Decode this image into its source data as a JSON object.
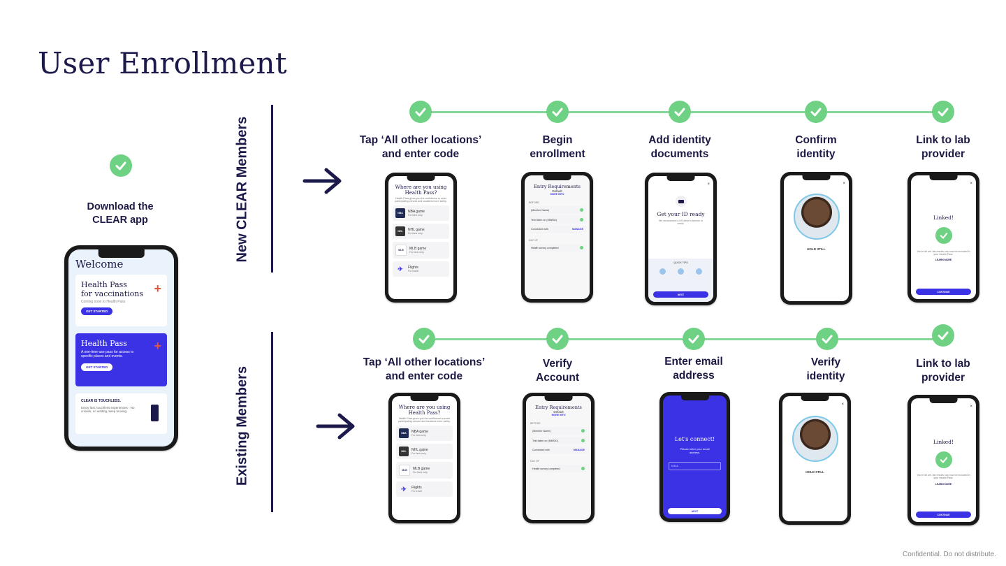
{
  "title": "User Enrollment",
  "footer": "Confidential. Do not distribute.",
  "download": {
    "label_line1": "Download the",
    "label_line2": "CLEAR app"
  },
  "app_screen": {
    "welcome": "Welcome",
    "card1_title_line1": "Health Pass",
    "card1_title_line2": "for vaccinations",
    "card1_sub": "Coming soon to Health Pass",
    "card1_btn": "GET STARTED",
    "card2_title": "Health Pass",
    "card2_sub": "A one-time-use pass for access to specific places and events.",
    "card2_btn": "GET STARTED",
    "card3_title": "CLEAR IS TOUCHLESS.",
    "card3_sub": "Enjoy fast, touchless experiences - No crowds, no waiting, keep moving."
  },
  "rows": {
    "new_label": "New CLEAR Members",
    "existing_label": "Existing Members"
  },
  "new_steps": [
    {
      "l1": "Tap ‘All other locations’",
      "l2": "and enter code"
    },
    {
      "l1": "Begin",
      "l2": "enrollment"
    },
    {
      "l1": "Add identity",
      "l2": "documents"
    },
    {
      "l1": "Confirm",
      "l2": "identity"
    },
    {
      "l1": "Link to lab",
      "l2": "provider"
    }
  ],
  "existing_steps": [
    {
      "l1": "Tap ‘All other locations’",
      "l2": "and enter code"
    },
    {
      "l1": "Verify",
      "l2": "Account"
    },
    {
      "l1": "Enter email",
      "l2": "address"
    },
    {
      "l1": "Verify",
      "l2": "identity"
    },
    {
      "l1": "Link to lab",
      "l2": "provider"
    }
  ],
  "screens": {
    "where_title": "Where are you using Health Pass?",
    "where_sub": "Health Pass gives you the confidence to enter participating venues and locations more safely.",
    "nba": "NBA game",
    "nhl": "NHL game",
    "mlb": "MLB game",
    "flights": "Flights",
    "fan_only": "For fans only",
    "for_travel": "For travel",
    "entry_title": "Entry Requirements",
    "entry_default": "Default",
    "more_info": "MORE INFO",
    "before": "BEFORE",
    "member_name": "(Member Name)",
    "test_taken": "Test taken on (MM/DD)",
    "connected": "Connected with",
    "manage": "MANAGE",
    "day_of": "DAY OF",
    "survey": "Health survey completed",
    "id_title": "Get your ID ready",
    "id_sub": "We recommend a US driver's license to enroll.",
    "quick_tips": "QUICK TIPS",
    "next": "NEXT",
    "hold_still": "HOLD STILL",
    "linked": "Linked!",
    "linked_sub": "You're all set. lab results can now be included in your Health Pass.",
    "learn_more": "LEARN MORE",
    "continue": "CONTINUE",
    "connect_title": "Let's connect!",
    "connect_sub": "Please enter your email address.",
    "email_ph": "EMAIL"
  },
  "colors": {
    "navy": "#1c1a4a",
    "green": "#6fd183",
    "blue": "#3b32e6"
  }
}
